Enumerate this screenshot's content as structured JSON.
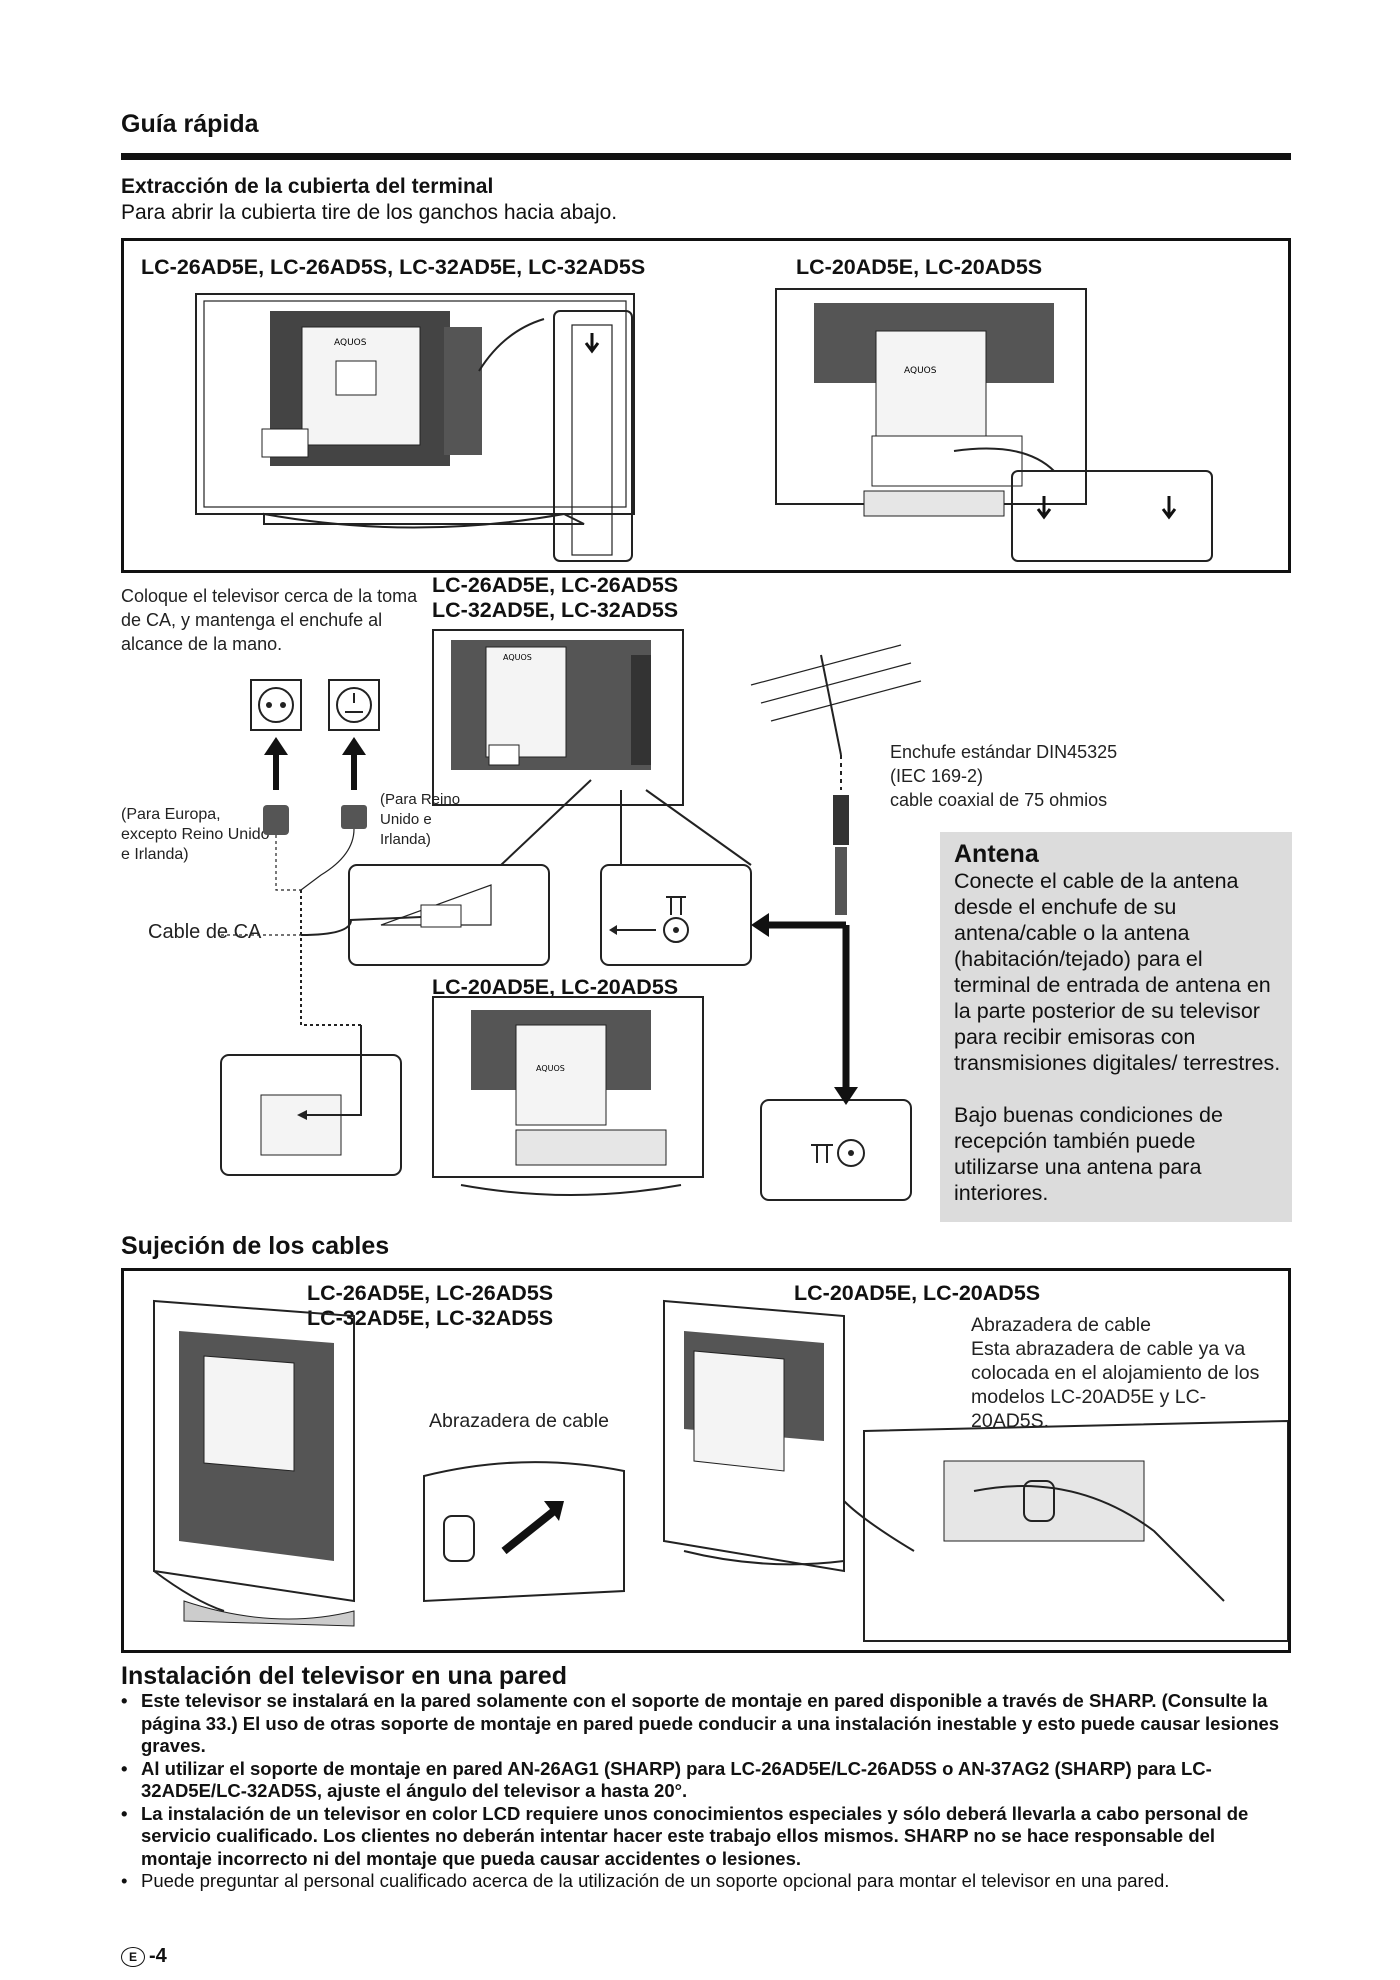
{
  "header": {
    "title": "Guía rápida"
  },
  "terminal_cover": {
    "title": "Extracción de la cubierta del terminal",
    "text": "Para abrir la cubierta tire de los ganchos hacia abajo.",
    "model_left": "LC-26AD5E, LC-26AD5S, LC-32AD5E, LC-32AD5S",
    "model_right": "LC-20AD5E, LC-20AD5S"
  },
  "connection": {
    "placement_note": "Coloque el televisor cerca de la toma de CA, y mantenga el enchufe al alcance de la mano.",
    "model_top_line1": "LC-26AD5E, LC-26AD5S",
    "model_top_line2": "LC-32AD5E, LC-32AD5S",
    "model_bottom": "LC-20AD5E, LC-20AD5S",
    "plug_europe": "(Para Europa, excepto Reino Unido e Irlanda)",
    "plug_uk": "(Para Reino Unido e Irlanda)",
    "ac_cable": "Cable de CA",
    "plug_standard_line1": "Enchufe estándar DIN45325",
    "plug_standard_line2": "(IEC 169-2)",
    "plug_standard_line3": "cable coaxial de 75 ohmios",
    "logo": "AQUOS"
  },
  "antenna": {
    "title": "Antena",
    "text": "Conecte el cable de la antena desde el enchufe de su antena/cable o la antena (habitación/tejado) para el terminal de entrada de antena en la parte posterior de su televisor para recibir emisoras con transmisiones digitales/ terrestres.",
    "text2": "Bajo buenas condiciones de recepción también puede utilizarse una antena para interiores."
  },
  "cables": {
    "title": "Sujeción de los cables",
    "model_left_line1": "LC-26AD5E, LC-26AD5S",
    "model_left_line2": "LC-32AD5E, LC-32AD5S",
    "model_right": "LC-20AD5E, LC-20AD5S",
    "clamp_left": "Abrazadera de cable",
    "clamp_right_title": "Abrazadera de cable",
    "clamp_right_text": "Esta abrazadera de cable ya va colocada en el alojamiento de los modelos LC-20AD5E y LC-20AD5S."
  },
  "wall": {
    "title": "Instalación del televisor en una pared",
    "bullets": [
      "Este televisor se instalará en la pared solamente con el soporte de montaje en pared disponible a través de SHARP. (Consulte la página 33.) El uso de otras soporte de montaje en pared puede conducir a una instalación inestable y esto puede causar lesiones graves.",
      "Al utilizar el soporte de montaje en pared AN-26AG1 (SHARP) para LC-26AD5E/LC-26AD5S o AN-37AG2 (SHARP) para LC-32AD5E/LC-32AD5S, ajuste el ángulo del televisor a hasta 20°.",
      "La instalación de un televisor en color LCD requiere unos conocimientos especiales y sólo deberá llevarla a cabo personal de servicio cualificado. Los clientes no deberán intentar hacer este trabajo ellos mismos. SHARP no se hace responsable del montaje incorrecto ni del montaje que pueda causar accidentes o lesiones.",
      "Puede preguntar al personal cualificado acerca de la utilización de un soporte opcional para montar el televisor en una pared."
    ]
  },
  "footer": {
    "badge": "E",
    "page": "-4"
  }
}
